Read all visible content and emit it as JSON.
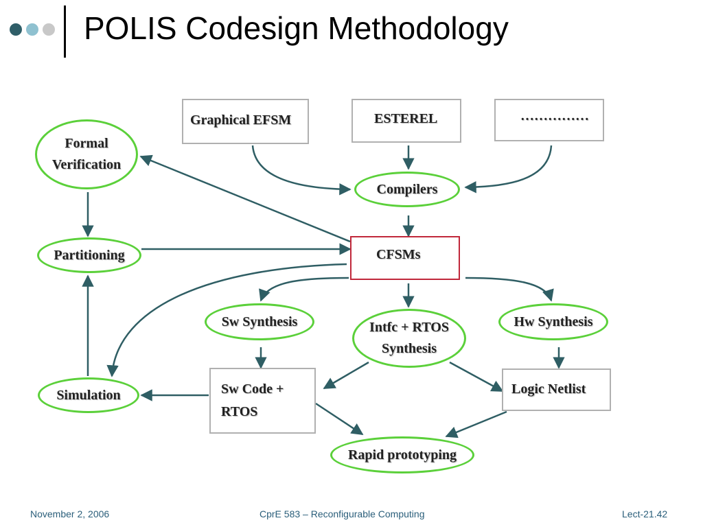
{
  "slide": {
    "title": "POLIS Codesign Methodology",
    "dot_colors": [
      "#2f5e68",
      "#8fc1d0",
      "#c8c8c8"
    ]
  },
  "diagram": {
    "graphical_efsm": "Graphical EFSM",
    "esterel": "ESTEREL",
    "ellipsis_box": "……………",
    "compilers": "Compilers",
    "formal_verification": [
      "Formal",
      "Verification"
    ],
    "partitioning": "Partitioning",
    "cfsms": "CFSMs",
    "sw_synthesis": "Sw Synthesis",
    "intfc_rtos_synthesis": [
      "Intfc + RTOS",
      "Synthesis"
    ],
    "hw_synthesis": "Hw Synthesis",
    "simulation": "Simulation",
    "sw_code_rtos": [
      "Sw Code +",
      "RTOS"
    ],
    "logic_netlist": "Logic Netlist",
    "rapid_prototyping": "Rapid prototyping",
    "colors": {
      "arrow": "#2f5e64",
      "ellipse_border": "#5bd03a",
      "box_border": "#b0b0b0",
      "highlight_border": "#c0273a"
    }
  },
  "footer": {
    "date": "November 2, 2006",
    "course": "CprE 583 – Reconfigurable Computing",
    "slide_number": "Lect-21.42"
  }
}
